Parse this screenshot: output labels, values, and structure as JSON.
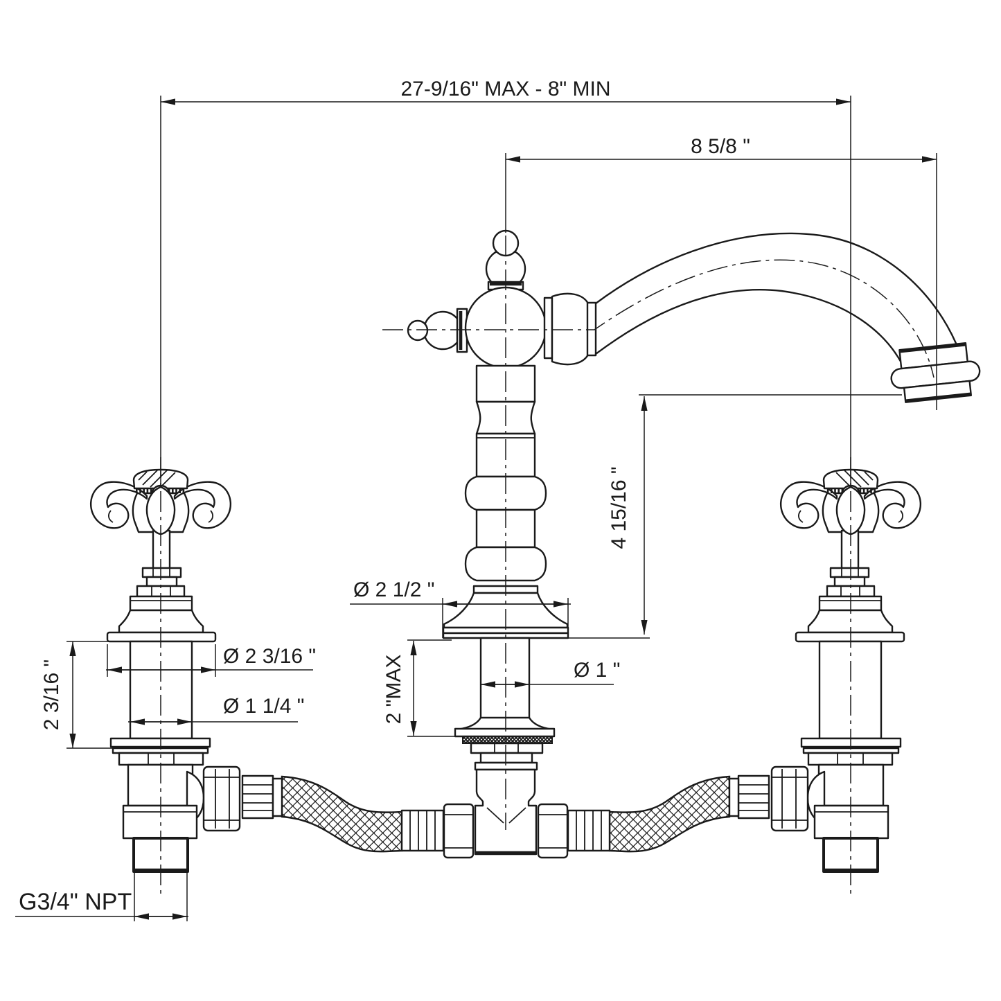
{
  "drawing": {
    "type": "technical-dimension-drawing",
    "subject": "widespread bridge faucet with cross handles, column spout, braided supply hoses and tee fitting",
    "background_color": "#ffffff",
    "line_color": "#1a1a1a",
    "dimensions": {
      "spread": "27-9/16\" MAX  -  8\" MIN",
      "spout_reach": "8 5/8 \"",
      "spout_height": "4 15/16 \"",
      "base_diameter": "Ø 2 1/2 \"",
      "shank_diameter": "Ø 1 \"",
      "deck_thickness": "2 \"MAX",
      "handle_base_diameter": "Ø 2 3/16 \"",
      "handle_body_diameter": "Ø 1 1/4 \"",
      "handle_base_height": "2 3/16 \"",
      "inlet_thread": "G3/4\" NPT"
    }
  }
}
